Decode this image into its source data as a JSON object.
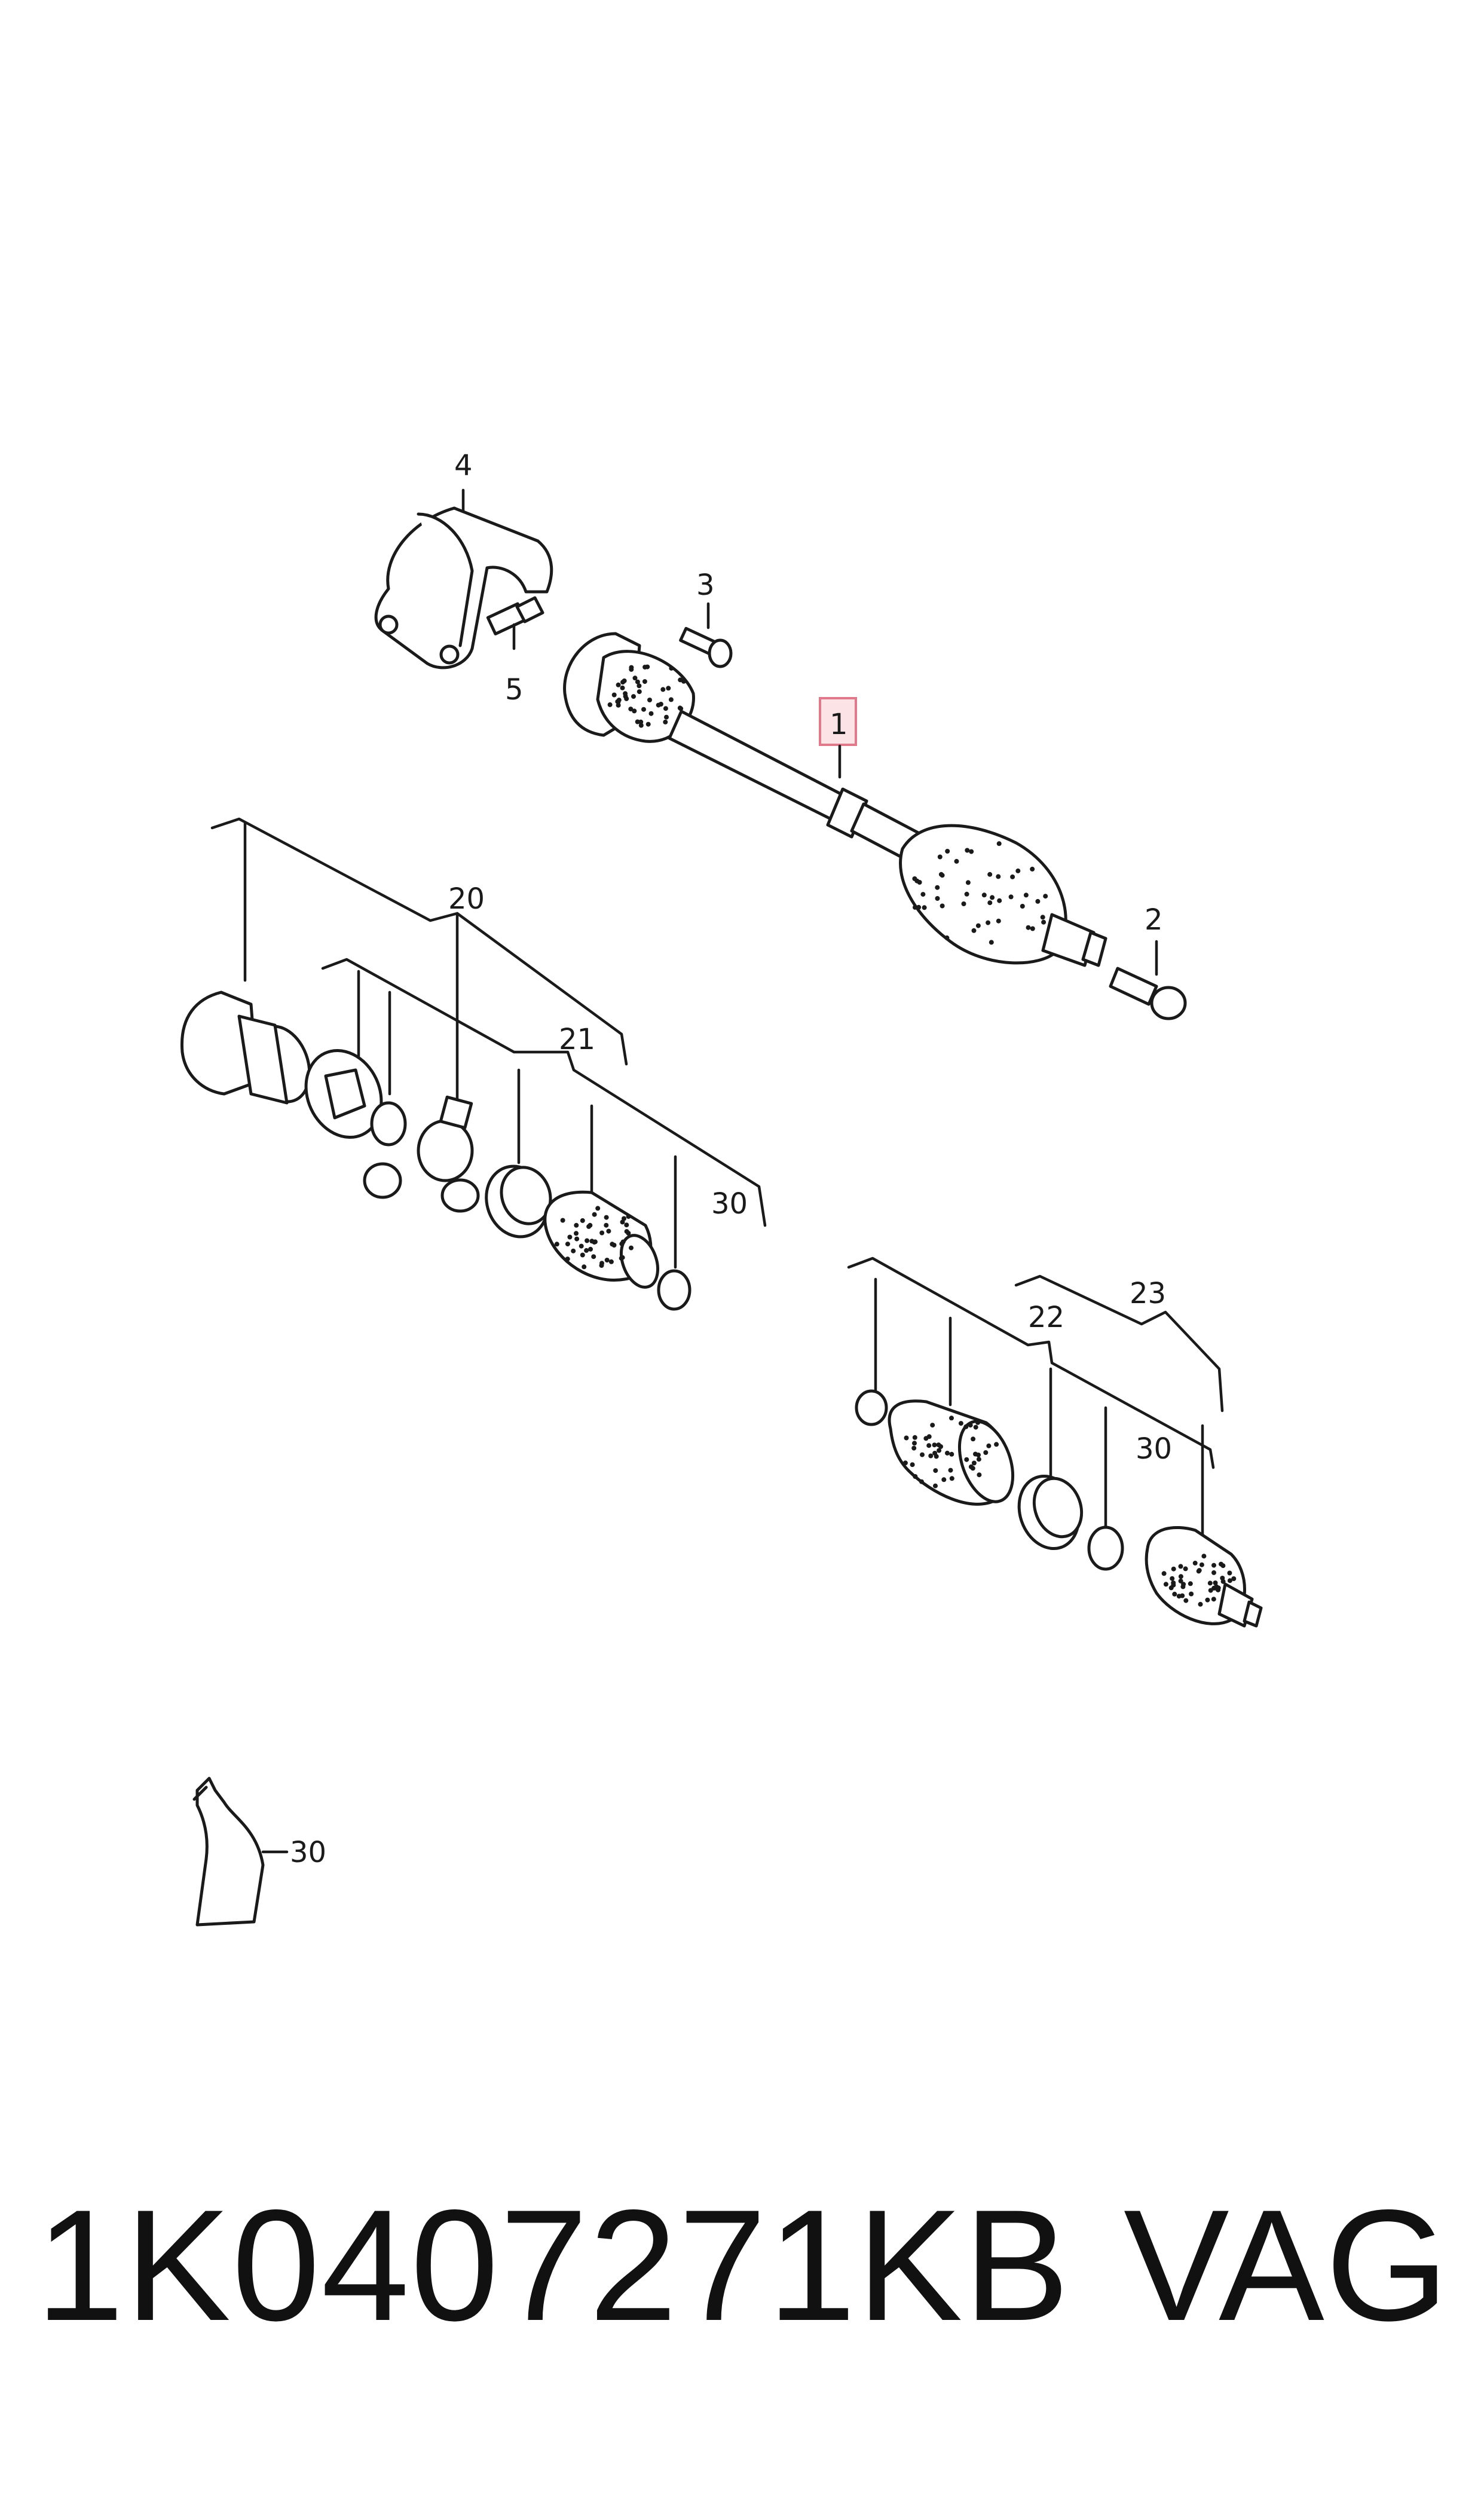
{
  "callouts": {
    "c1": "1",
    "c2": "2",
    "c3": "3",
    "c4": "4",
    "c5": "5",
    "c20": "20",
    "c21": "21",
    "c30a": "30",
    "c22": "22",
    "c23": "23",
    "c30b": "30",
    "c30c": "30"
  },
  "footer": {
    "part_number": "1K0407271KB",
    "brand": "VAG"
  },
  "colors": {
    "highlight_fill": "#fbe3e6",
    "highlight_stroke": "#e07a8a",
    "ink": "#1a1a1a"
  }
}
